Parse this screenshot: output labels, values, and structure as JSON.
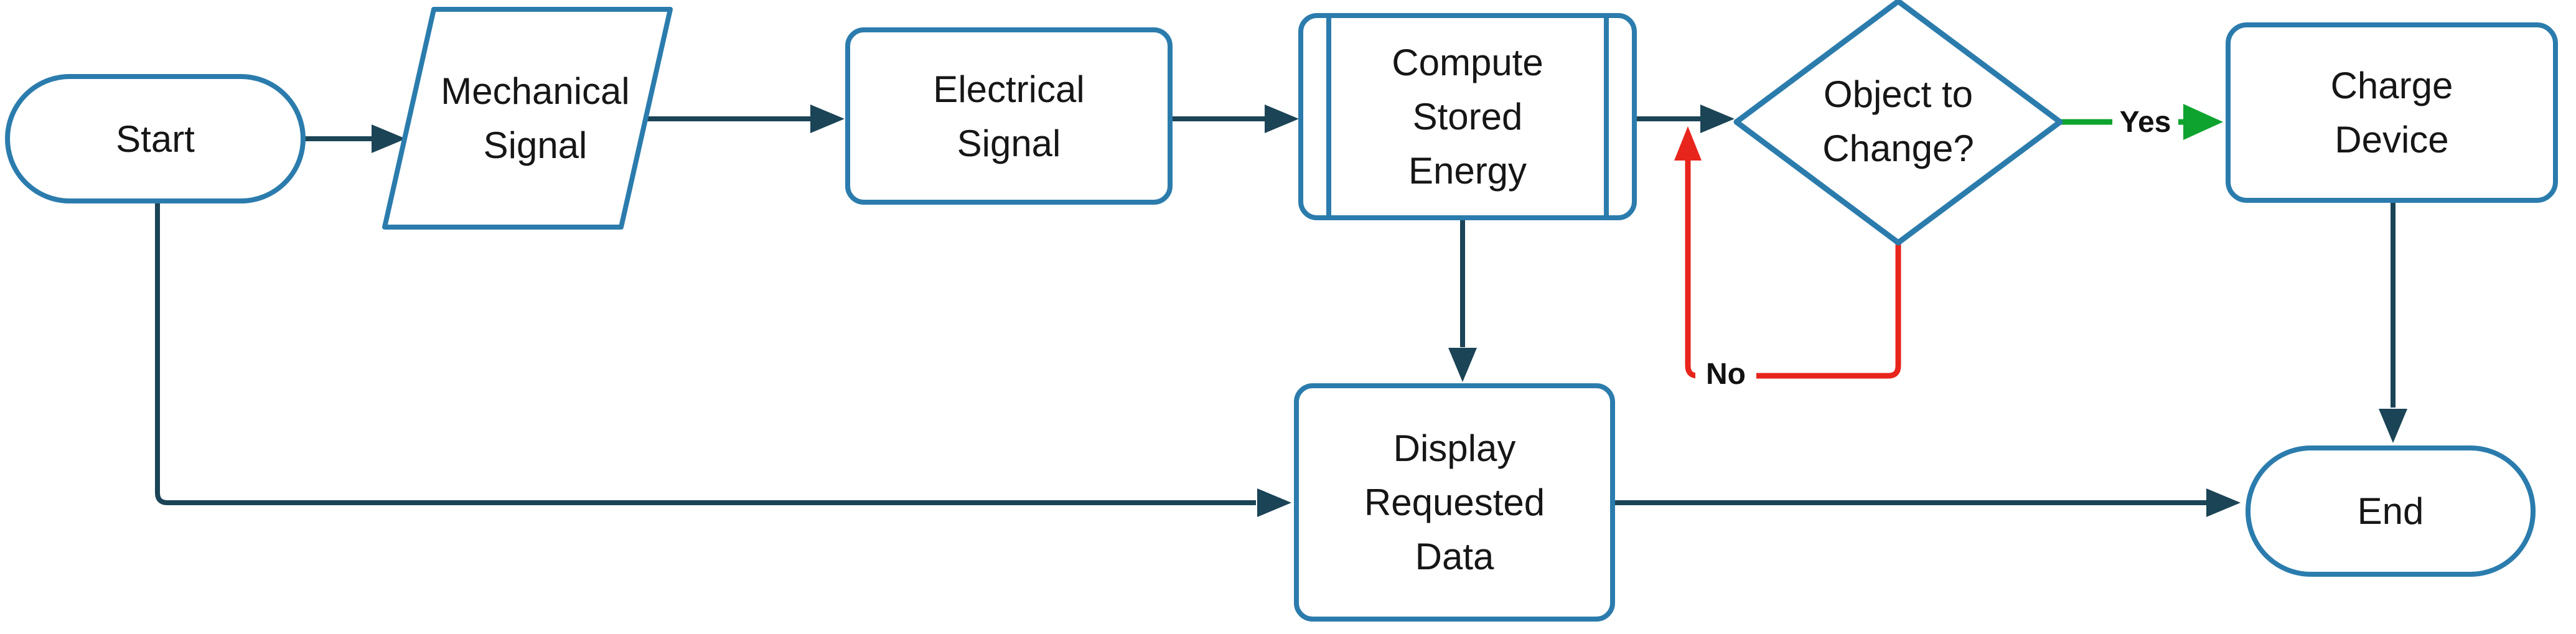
{
  "diagram": {
    "type": "flowchart",
    "nodes": [
      {
        "id": "start",
        "shape": "terminator",
        "label": "Start"
      },
      {
        "id": "mechanical-signal",
        "shape": "parallelogram",
        "label": "Mechanical\nSignal"
      },
      {
        "id": "electrical-signal",
        "shape": "process",
        "label": "Electrical\nSignal"
      },
      {
        "id": "compute-stored-energy",
        "shape": "predefined-process",
        "label": "Compute\nStored\nEnergy"
      },
      {
        "id": "object-to-change",
        "shape": "decision",
        "label": "Object to\nChange?"
      },
      {
        "id": "charge-device",
        "shape": "process",
        "label": "Charge\nDevice"
      },
      {
        "id": "display-requested-data",
        "shape": "process",
        "label": "Display\nRequested\nData"
      },
      {
        "id": "end",
        "shape": "terminator",
        "label": "End"
      }
    ],
    "edges": [
      {
        "from": "start",
        "to": "mechanical-signal",
        "label": "",
        "color": "#1b4456"
      },
      {
        "from": "mechanical-signal",
        "to": "electrical-signal",
        "label": "",
        "color": "#1b4456"
      },
      {
        "from": "electrical-signal",
        "to": "compute-stored-energy",
        "label": "",
        "color": "#1b4456"
      },
      {
        "from": "compute-stored-energy",
        "to": "object-to-change",
        "label": "",
        "color": "#1b4456"
      },
      {
        "from": "object-to-change",
        "to": "charge-device",
        "label": "Yes",
        "color": "#0ea32e"
      },
      {
        "from": "object-to-change",
        "to": "compute-stored-energy",
        "label": "No",
        "color": "#e8251c"
      },
      {
        "from": "compute-stored-energy",
        "to": "display-requested-data",
        "label": "",
        "color": "#1b4456"
      },
      {
        "from": "start",
        "to": "display-requested-data",
        "label": "",
        "color": "#1b4456"
      },
      {
        "from": "display-requested-data",
        "to": "end",
        "label": "",
        "color": "#1b4456"
      },
      {
        "from": "charge-device",
        "to": "end",
        "label": "",
        "color": "#1b4456"
      }
    ],
    "colors": {
      "shape_border": "#2b7cad",
      "shape_fill": "#ffffff",
      "connector": "#1b4456",
      "yes_branch": "#0ea32e",
      "no_branch": "#e8251c",
      "text": "#161616",
      "background": "#ffffff"
    }
  }
}
